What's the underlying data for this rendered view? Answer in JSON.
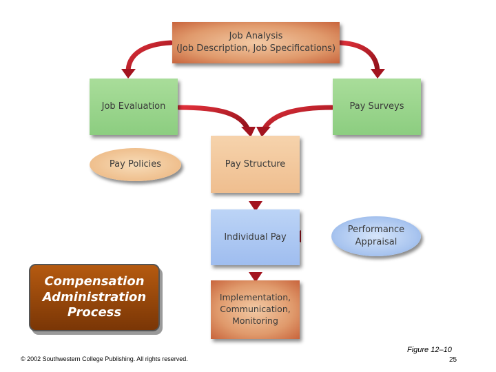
{
  "diagram": {
    "job_analysis": "Job Analysis\n(Job Description, Job Specifications)",
    "job_evaluation": "Job Evaluation",
    "pay_surveys": "Pay Surveys",
    "pay_policies": "Pay Policies",
    "pay_structure": "Pay Structure",
    "individual_pay": "Individual Pay",
    "performance_appraisal": "Performance\nAppraisal",
    "implementation": "Implementation,\nCommunication,\nMonitoring"
  },
  "title": "Compensation\nAdministration\nProcess",
  "footer": {
    "copyright": "© 2002 Southwestern College Publishing. All rights reserved.",
    "figure": "Figure 12–10",
    "page": "25"
  },
  "colors": {
    "arrow": "#b81a24",
    "title_box": "#8a3d08"
  }
}
